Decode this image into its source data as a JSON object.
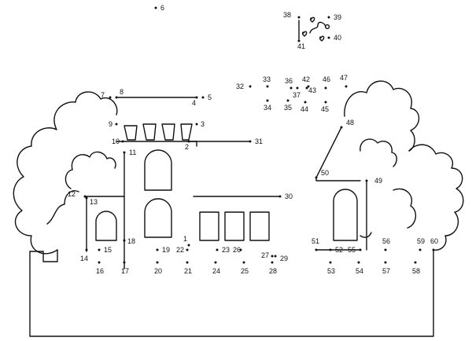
{
  "puzzle": {
    "points": [
      {
        "n": "1"
      },
      {
        "n": "2"
      },
      {
        "n": "3"
      },
      {
        "n": "4"
      },
      {
        "n": "5"
      },
      {
        "n": "6"
      },
      {
        "n": "7"
      },
      {
        "n": "8"
      },
      {
        "n": "9"
      },
      {
        "n": "10"
      },
      {
        "n": "11"
      },
      {
        "n": "12"
      },
      {
        "n": "13"
      },
      {
        "n": "14"
      },
      {
        "n": "15"
      },
      {
        "n": "16"
      },
      {
        "n": "17"
      },
      {
        "n": "18"
      },
      {
        "n": "19"
      },
      {
        "n": "20"
      },
      {
        "n": "21"
      },
      {
        "n": "22"
      },
      {
        "n": "23"
      },
      {
        "n": "24"
      },
      {
        "n": "25"
      },
      {
        "n": "26"
      },
      {
        "n": "27"
      },
      {
        "n": "28"
      },
      {
        "n": "29"
      },
      {
        "n": "30"
      },
      {
        "n": "31"
      },
      {
        "n": "32"
      },
      {
        "n": "33"
      },
      {
        "n": "34"
      },
      {
        "n": "35"
      },
      {
        "n": "36"
      },
      {
        "n": "37"
      },
      {
        "n": "38"
      },
      {
        "n": "39"
      },
      {
        "n": "40"
      },
      {
        "n": "41"
      },
      {
        "n": "42"
      },
      {
        "n": "43"
      },
      {
        "n": "44"
      },
      {
        "n": "45"
      },
      {
        "n": "46"
      },
      {
        "n": "47"
      },
      {
        "n": "48"
      },
      {
        "n": "49"
      },
      {
        "n": "50"
      },
      {
        "n": "51"
      },
      {
        "n": "52"
      },
      {
        "n": "53"
      },
      {
        "n": "54"
      },
      {
        "n": "55"
      },
      {
        "n": "56"
      },
      {
        "n": "57"
      },
      {
        "n": "58"
      },
      {
        "n": "59"
      },
      {
        "n": "60"
      }
    ],
    "icons": [
      "worm-with-hearts-icon"
    ]
  }
}
